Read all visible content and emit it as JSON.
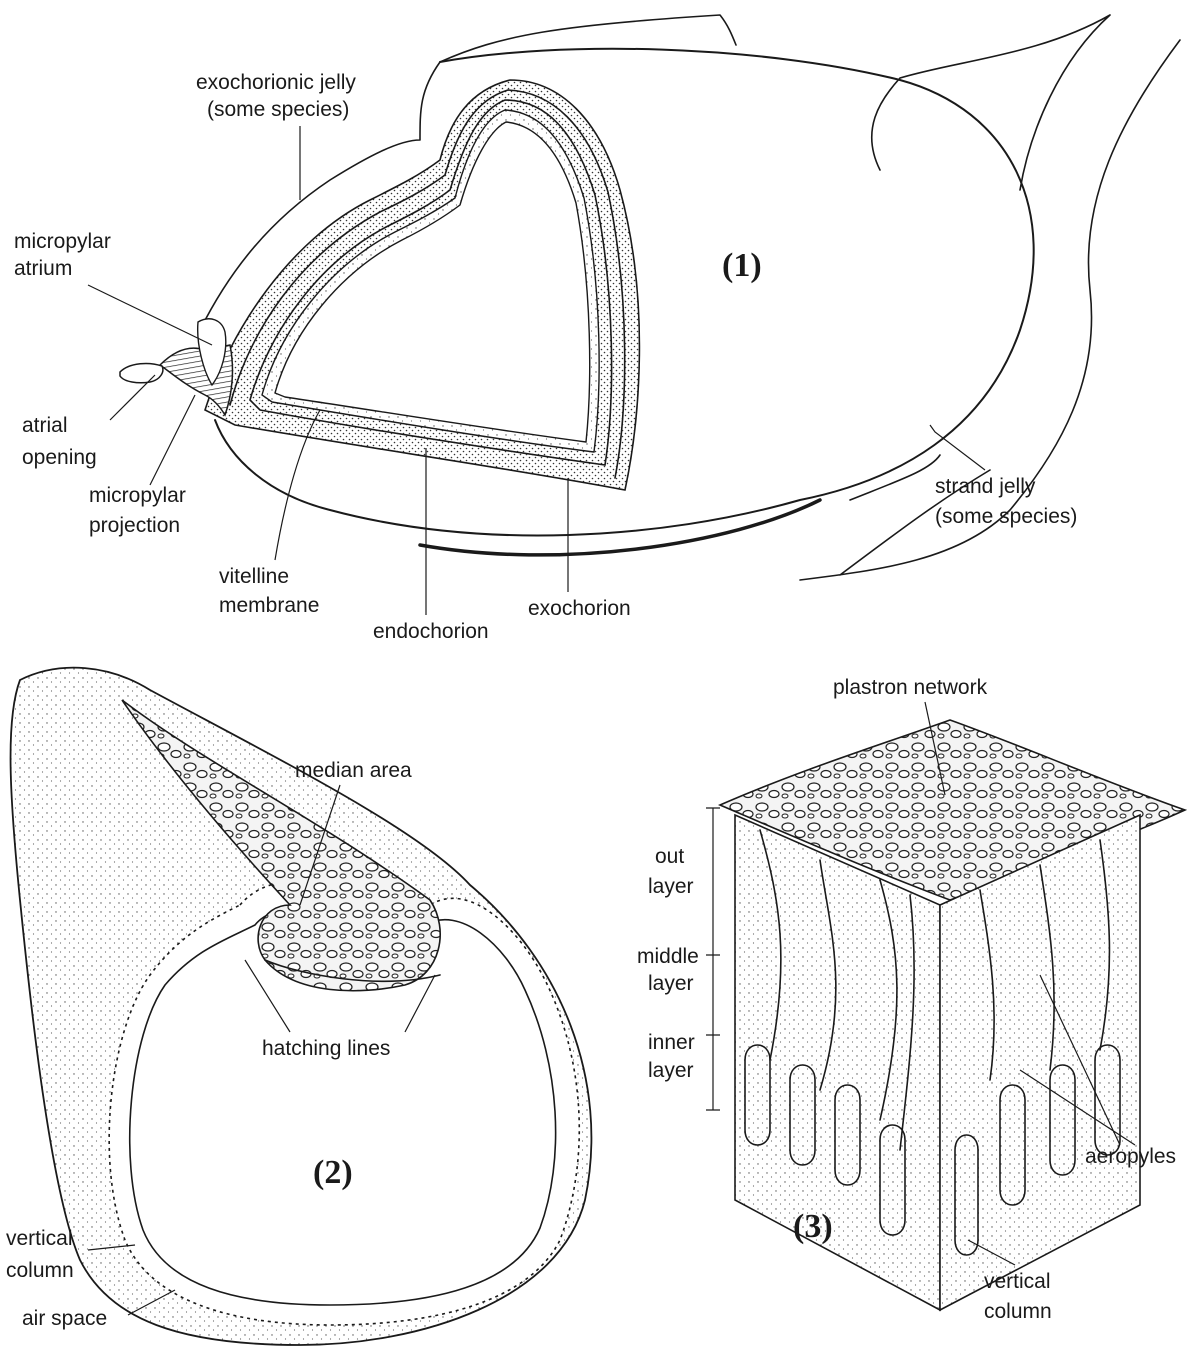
{
  "panels": {
    "p1": "(1)",
    "p2": "(2)",
    "p3": "(3)"
  },
  "fig1": {
    "exochorionic_jelly": [
      "exochorionic jelly",
      "(some species)"
    ],
    "micropylar_atrium": [
      "micropylar",
      "atrium"
    ],
    "atrial_opening": [
      "atrial",
      "opening"
    ],
    "micropylar_projection": [
      "micropylar",
      "projection"
    ],
    "vitelline_membrane": [
      "vitelline",
      "membrane"
    ],
    "endochorion": "endochorion",
    "exochorion": "exochorion",
    "strand_jelly": [
      "strand jelly",
      "(some species)"
    ]
  },
  "fig2": {
    "median_area": "median area",
    "hatching_lines": "hatching lines",
    "vertical_column": [
      "vertical",
      "column"
    ],
    "air_space": "air space"
  },
  "fig3": {
    "plastron_network": "plastron network",
    "out_layer": [
      "out",
      "layer"
    ],
    "middle_layer": [
      "middle",
      "layer"
    ],
    "inner_layer": [
      "inner",
      "layer"
    ],
    "aeropyles": "aeropyles",
    "vertical_column": [
      "vertical",
      "column"
    ]
  }
}
